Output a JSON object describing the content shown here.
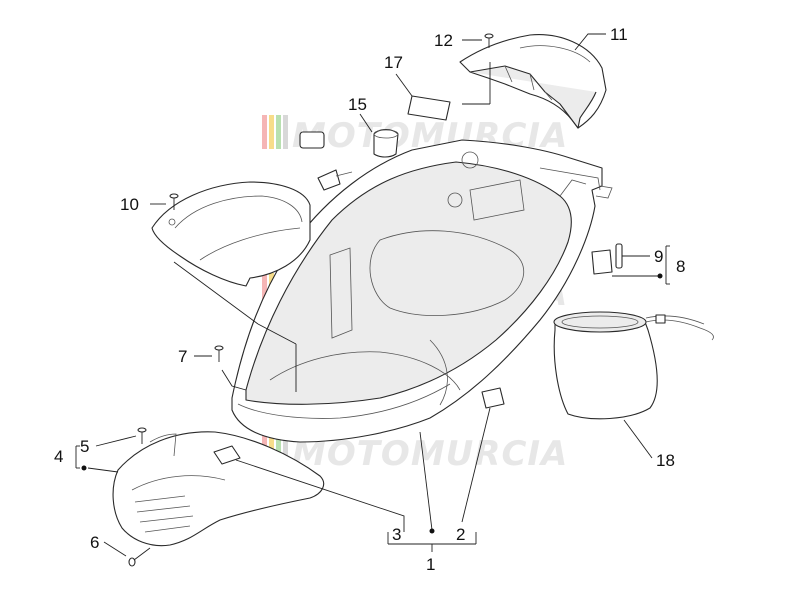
{
  "watermark": {
    "text": "MOTOMURCIA",
    "stripe_colors": [
      "#f5b5b5",
      "#f7dd8a",
      "#b8e0b0",
      "#d8d8d8"
    ]
  },
  "callouts": {
    "c1": "1",
    "c2": "2",
    "c3": "3",
    "c4": "4",
    "c5": "5",
    "c6": "6",
    "c7": "7",
    "c8": "8",
    "c9": "9",
    "c10": "10",
    "c11": "11",
    "c12": "12",
    "c15": "15",
    "c17": "17",
    "c18": "18"
  }
}
